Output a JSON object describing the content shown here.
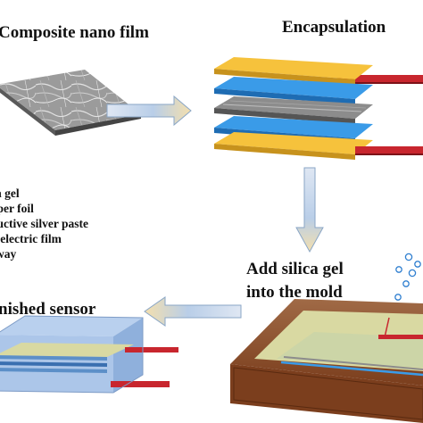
{
  "labels": {
    "composite_title": "Composite nano film",
    "encapsulation_title": "Encapsulation",
    "add_silica_line1": "Add silica gel",
    "add_silica_line2": "into the mold",
    "finished_title": "nished sensor"
  },
  "legend": [
    "ca gel",
    "pper foil",
    "ductive silver paste",
    "toelectric film",
    "eway"
  ],
  "colors": {
    "gold_layer": "#f6c23c",
    "blue_layer": "#3a9be8",
    "gray_film": "#8c8c8c",
    "red_lead": "#c8262e",
    "mold_brown": "#7b3e1d",
    "silica_gel": "#d9d9a2",
    "arrow_fill": "#c2d5ea",
    "arrow_edge": "#8aa6c6",
    "sensor_block": "#a8c3e8"
  },
  "icons": [
    "right-arrow-icon",
    "down-arrow-icon",
    "left-arrow-icon",
    "droplets-icon"
  ]
}
